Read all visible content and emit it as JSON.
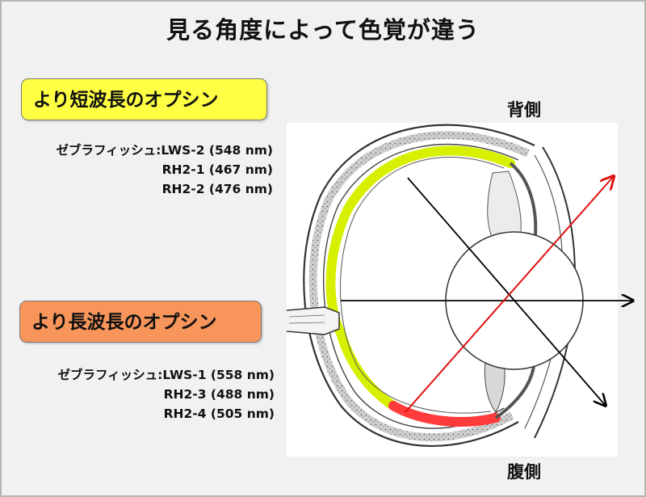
{
  "title": "見る角度によって色覚が違う",
  "short_group": {
    "heading": "より短波長のオプシン",
    "opsins": [
      {
        "prefix": "ゼブラフィッシュ: ",
        "name": "LWS-2 (548 nm)"
      },
      {
        "prefix": "",
        "name": "RH2-1 (467 nm)"
      },
      {
        "prefix": "",
        "name": "RH2-2 (476 nm)"
      }
    ]
  },
  "long_group": {
    "heading": "より長波長のオプシン",
    "opsins": [
      {
        "prefix": "ゼブラフィッシュ: ",
        "name": "LWS-1 (558 nm)"
      },
      {
        "prefix": "",
        "name": "RH2-3 (488 nm)"
      },
      {
        "prefix": "",
        "name": "RH2-4 (505 nm)"
      }
    ]
  },
  "labels": {
    "dorsal": "背側",
    "ventral": "腹側"
  },
  "colors": {
    "short_badge": "#ffff44",
    "long_badge": "#f7955b",
    "retina_dorsal": "#d6f000",
    "retina_ventral": "#ff3b3b",
    "red_arrow": "#e01010",
    "black_arrow": "#000000"
  }
}
